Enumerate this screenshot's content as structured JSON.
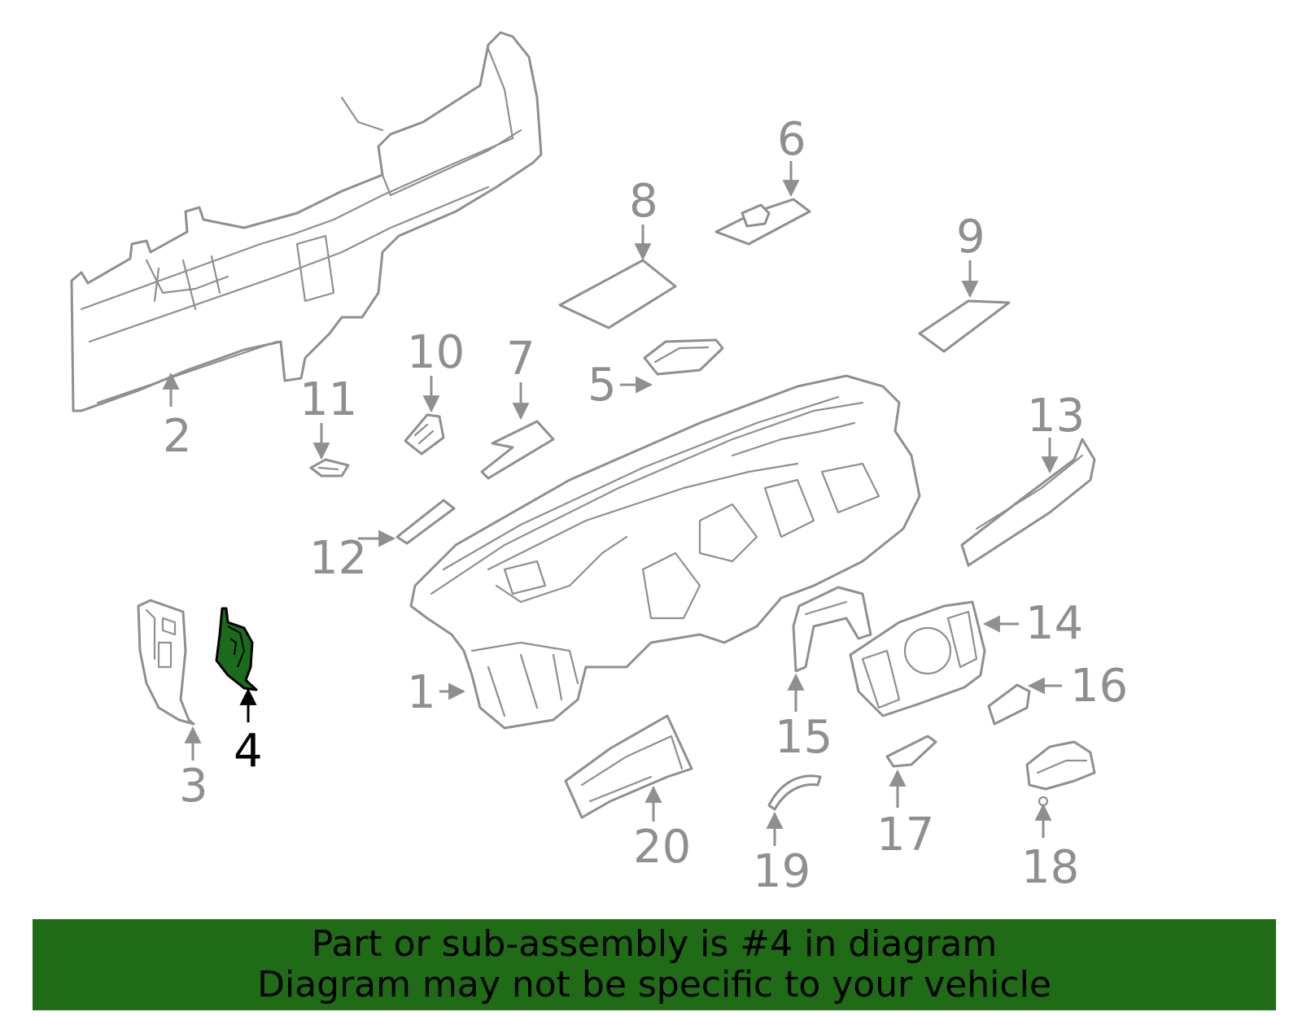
{
  "diagram": {
    "highlight_color": "#1f6b16",
    "line_color": "#8f8f8f",
    "highlighted_part": "4",
    "callouts": [
      "1",
      "2",
      "3",
      "4",
      "5",
      "6",
      "7",
      "8",
      "9",
      "10",
      "11",
      "12",
      "13",
      "14",
      "15",
      "16",
      "17",
      "18",
      "19",
      "20"
    ]
  },
  "banner": {
    "line1": "Part or sub-assembly is #4 in diagram",
    "line2": "Diagram may not be specific to your vehicle"
  }
}
